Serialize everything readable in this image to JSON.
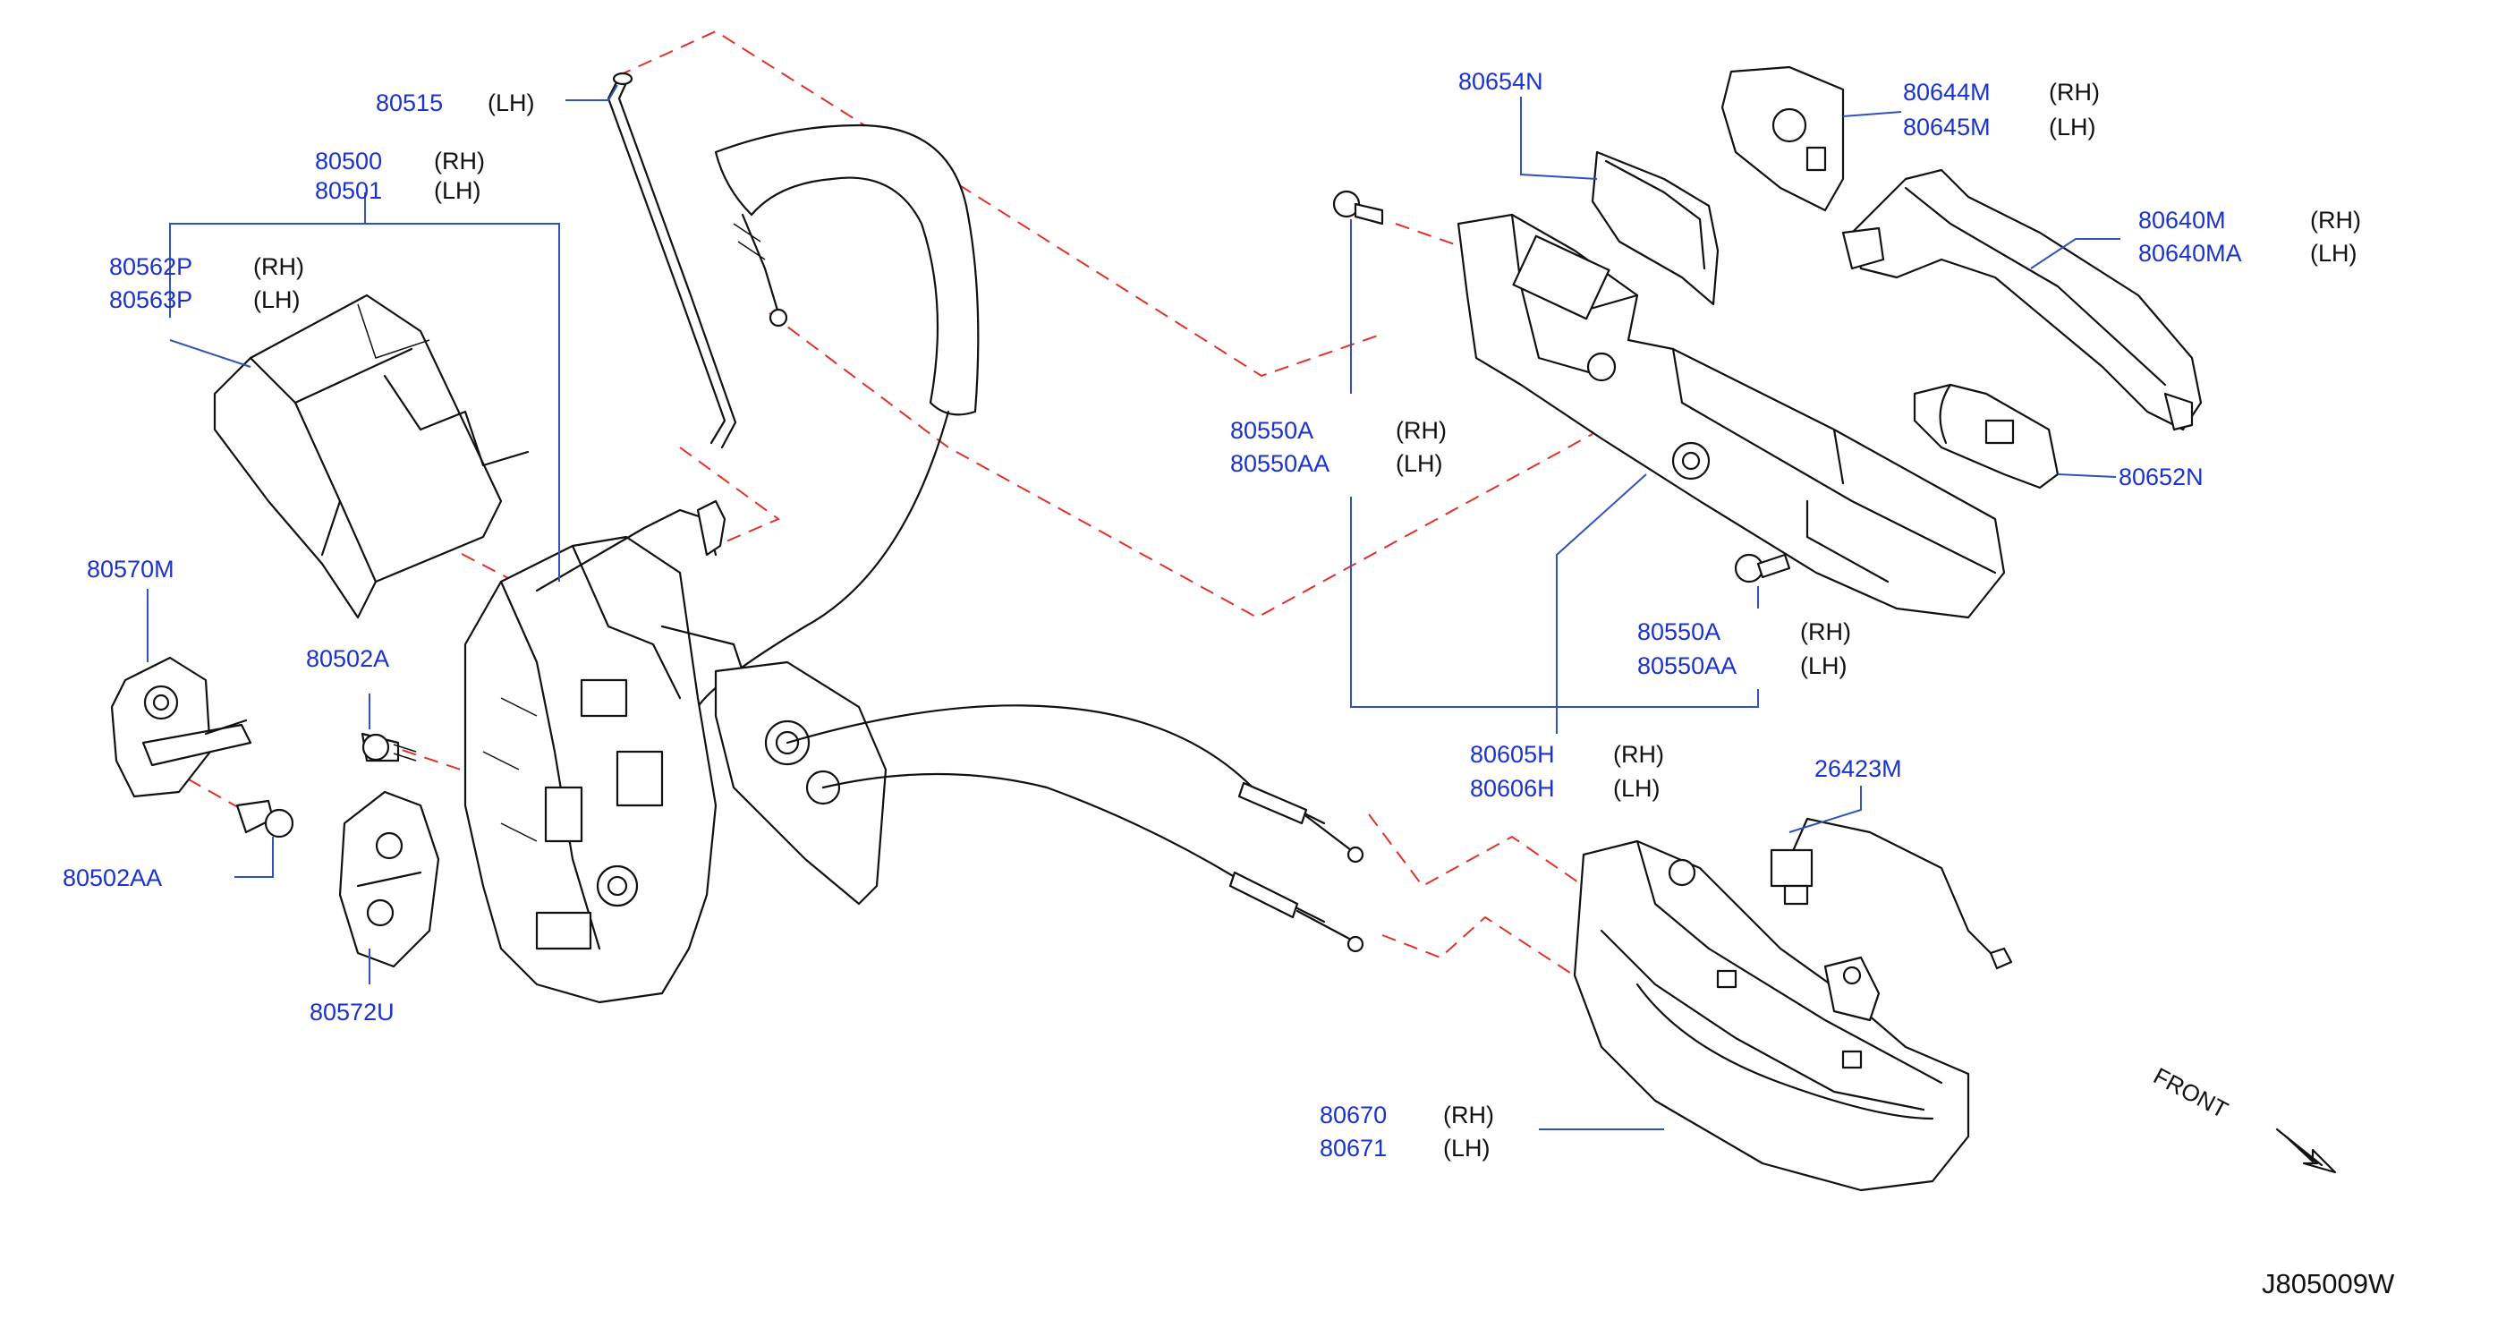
{
  "diagram_id": "J805009W",
  "front_label": "FRONT",
  "callouts": {
    "c80515": {
      "part": "80515",
      "side": "(LH)"
    },
    "c80500": {
      "part": "80500",
      "side": "(RH)"
    },
    "c80501": {
      "part": "80501",
      "side": "(LH)"
    },
    "c80562P": {
      "part": "80562P",
      "side": "(RH)"
    },
    "c80563P": {
      "part": "80563P",
      "side": "(LH)"
    },
    "c80570M": {
      "part": "80570M"
    },
    "c80502A": {
      "part": "80502A"
    },
    "c80502AA": {
      "part": "80502AA"
    },
    "c80572U": {
      "part": "80572U"
    },
    "c80654N": {
      "part": "80654N"
    },
    "c80644M": {
      "part": "80644M",
      "side": "(RH)"
    },
    "c80645M": {
      "part": "80645M",
      "side": "(LH)"
    },
    "c80640M": {
      "part": "80640M",
      "side": "(RH)"
    },
    "c80640MA": {
      "part": "80640MA",
      "side": "(LH)"
    },
    "c80550A_top": {
      "part": "80550A",
      "side": "(RH)"
    },
    "c80550AA_top": {
      "part": "80550AA",
      "side": "(LH)"
    },
    "c80652N": {
      "part": "80652N"
    },
    "c80550A_bot": {
      "part": "80550A",
      "side": "(RH)"
    },
    "c80550AA_bot": {
      "part": "80550AA",
      "side": "(LH)"
    },
    "c80605H": {
      "part": "80605H",
      "side": "(RH)"
    },
    "c80606H": {
      "part": "80606H",
      "side": "(LH)"
    },
    "c26423M": {
      "part": "26423M"
    },
    "c80670": {
      "part": "80670",
      "side": "(RH)"
    },
    "c80671": {
      "part": "80671",
      "side": "(LH)"
    }
  },
  "colors": {
    "part_number": "#1a33cc",
    "leader": "#2f53b8",
    "dashed_link": "#e0312b",
    "ink": "#111111"
  }
}
